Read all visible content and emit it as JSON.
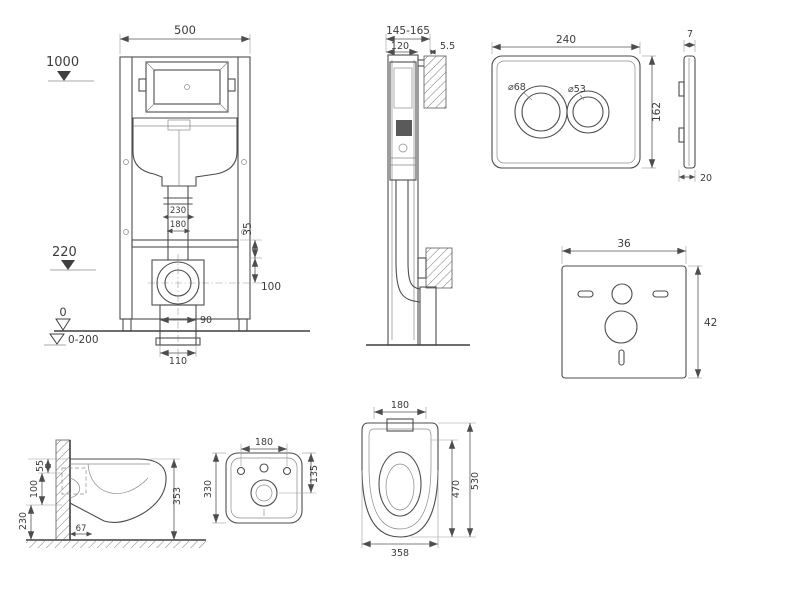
{
  "frame_front": {
    "width": "500",
    "level_top": "1000",
    "level_outlet": "220",
    "level_floor": "0",
    "level_adjust": "0-200",
    "dim_230": "230",
    "dim_180": "180",
    "dim_35": "35",
    "dim_100": "100",
    "dim_90": "90",
    "dim_110": "110"
  },
  "frame_side": {
    "depth_range": "145-165",
    "dim_120": "120",
    "dim_5_5": "5.5"
  },
  "flush_plate": {
    "width": "240",
    "height": "162",
    "dia_left": "⌀68",
    "dia_right": "⌀53",
    "thickness": "7",
    "depth": "20"
  },
  "sound_mat": {
    "width": "36",
    "height": "42"
  },
  "toilet_side": {
    "dim_55": "55",
    "dim_100": "100",
    "dim_230": "230",
    "dim_353": "353",
    "dim_67": "67"
  },
  "toilet_rear": {
    "dim_180": "180",
    "dim_135": "135",
    "dim_330": "330"
  },
  "toilet_top": {
    "dim_180": "180",
    "dim_470": "470",
    "dim_530": "530",
    "dim_358": "358"
  }
}
